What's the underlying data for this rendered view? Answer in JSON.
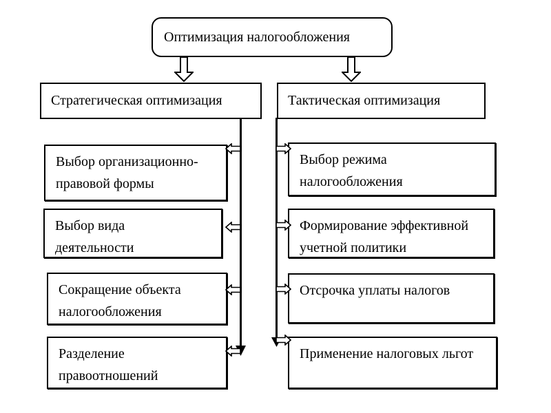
{
  "diagram": {
    "title_note": "",
    "root": {
      "label": "Оптимизация налогообложения"
    },
    "branches": [
      {
        "header": "Стратегическая оптимизация",
        "items": [
          {
            "line1": "Выбор организационно-",
            "line2": "правовой формы"
          },
          {
            "line1": "Выбор вида",
            "line2": "деятельности"
          },
          {
            "line1": "Сокращение объекта",
            "line2": "налогообложения"
          },
          {
            "line1": "Разделение",
            "line2": "правоотношений"
          }
        ]
      },
      {
        "header": "Тактическая оптимизация",
        "items": [
          {
            "line1": "Выбор режима",
            "line2": "налогообложения"
          },
          {
            "line1": "Формирование эффективной",
            "line2": "учетной политики"
          },
          {
            "line1": "Отсрочка уплаты налогов",
            "line2": ""
          },
          {
            "line1": "Применение налоговых льгот",
            "line2": ""
          }
        ]
      }
    ],
    "colors": {
      "line": "#000000",
      "background": "#ffffff",
      "box_fill": "#ffffff"
    }
  }
}
